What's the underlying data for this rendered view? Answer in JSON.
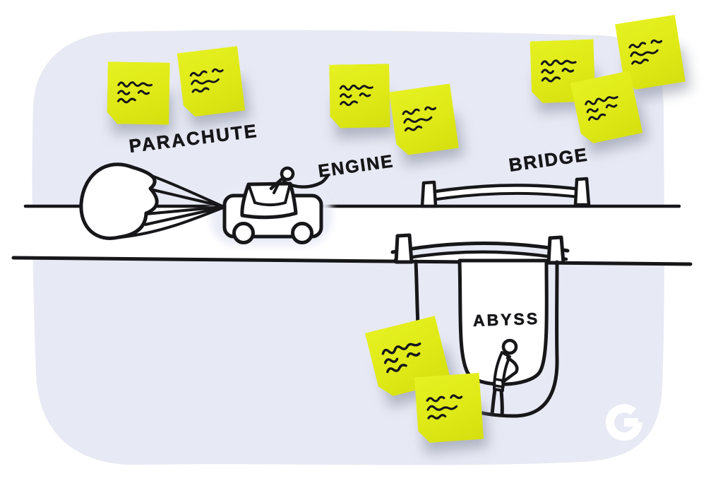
{
  "illustration": {
    "labels": {
      "parachute": "PARACHUTE",
      "engine": "ENGINE",
      "bridge": "BRIDGE",
      "abyss": "ABYSS"
    },
    "watermark_letter": "G",
    "colors": {
      "canvas": "#ffffff",
      "background_blob": "#e7e9f4",
      "sticky_note": "#dfe916",
      "ink": "#17171a",
      "watermark": "#ffffff"
    },
    "sticky_note_groups": [
      {
        "name": "top-left",
        "count": 2
      },
      {
        "name": "middle-top",
        "count": 2
      },
      {
        "name": "top-right",
        "count": 3
      },
      {
        "name": "abyss",
        "count": 2
      }
    ]
  }
}
